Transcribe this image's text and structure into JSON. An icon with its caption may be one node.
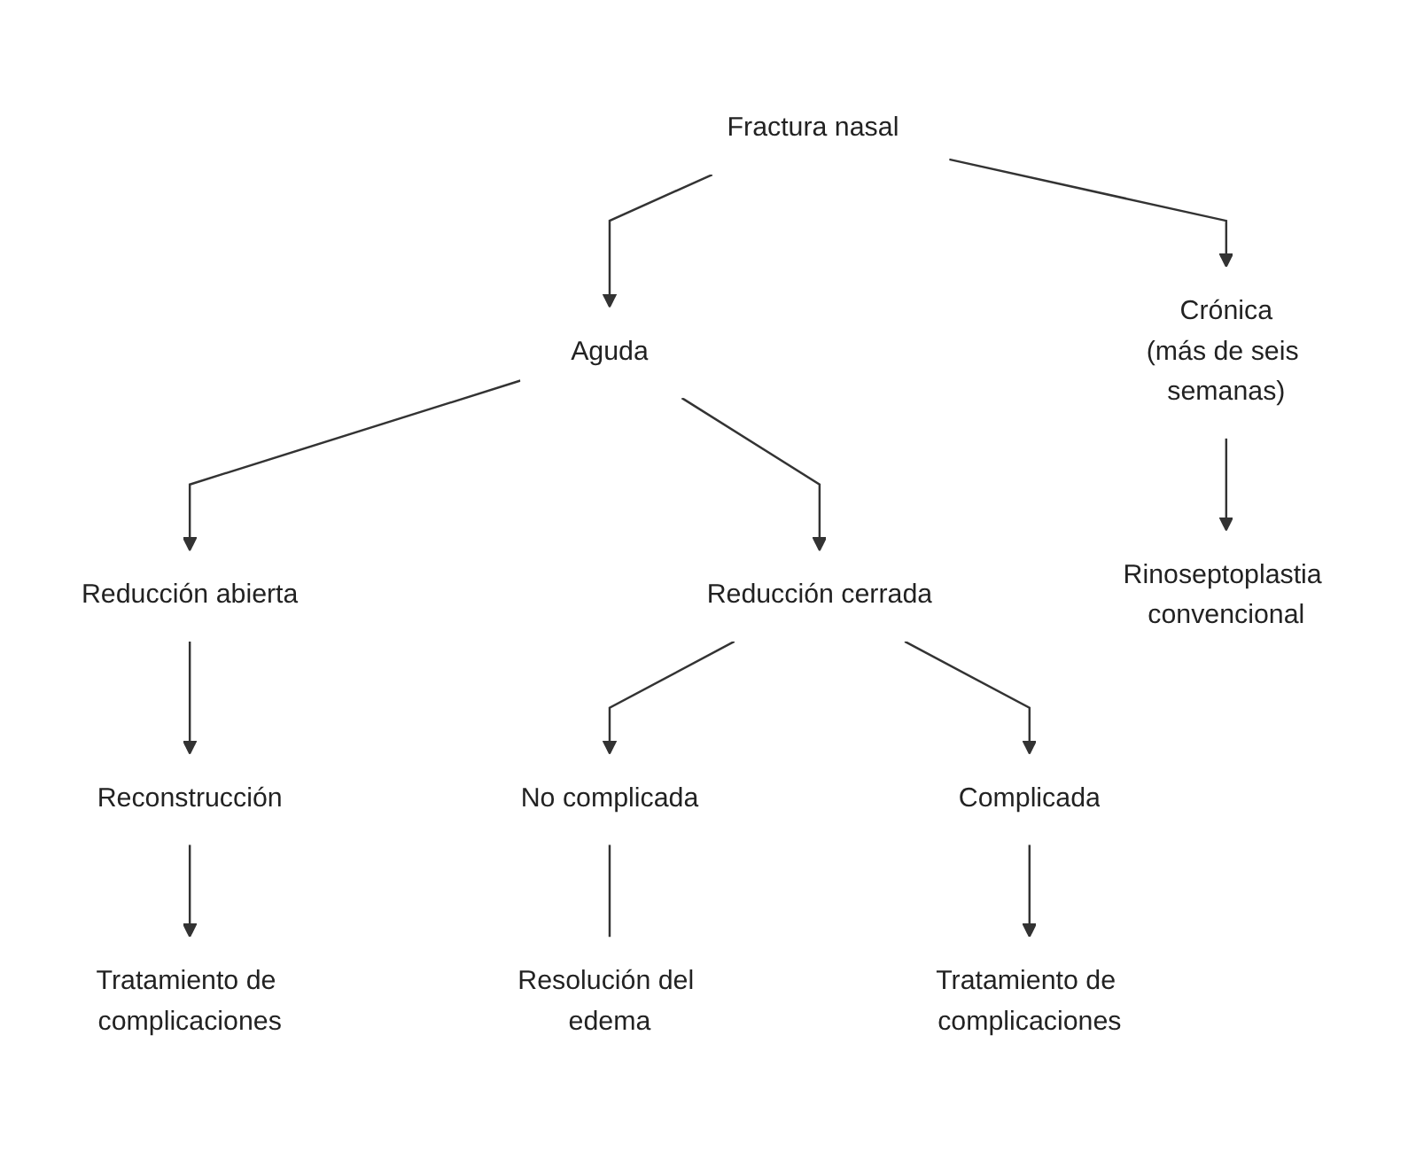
{
  "diagram": {
    "nodes": [
      {
        "text": [
          "Fractura nasal"
        ]
      },
      {
        "text": [
          "Aguda"
        ]
      },
      {
        "text": [
          "Crónica",
          "(más de seis semanas)"
        ]
      },
      {
        "text": [
          "Reducción abierta"
        ]
      },
      {
        "text": [
          "Reducción cerrada"
        ]
      },
      {
        "text": [
          "Rinoseptoplastia convencional"
        ]
      },
      {
        "text": [
          "Reconstrucción"
        ]
      },
      {
        "text": [
          "No complicada"
        ]
      },
      {
        "text": [
          "Complicada"
        ]
      },
      {
        "text": [
          "Tratamiento de complicaciones"
        ]
      },
      {
        "text": [
          "Resolución del edema"
        ]
      },
      {
        "text": [
          "Tratamiento de complicaciones"
        ]
      }
    ],
    "edges": [
      {
        "from": 0,
        "to": 1,
        "arrow": "to"
      },
      {
        "from": 0,
        "to": 2,
        "arrow": "to"
      },
      {
        "from": 1,
        "to": 3,
        "arrow": "to"
      },
      {
        "from": 1,
        "to": 4,
        "arrow": "to"
      },
      {
        "from": 2,
        "to": 5,
        "arrow": "to"
      },
      {
        "from": 3,
        "to": 6,
        "arrow": "to"
      },
      {
        "from": 4,
        "to": 7,
        "arrow": "to"
      },
      {
        "from": 4,
        "to": 8,
        "arrow": "to"
      },
      {
        "from": 6,
        "to": 9,
        "arrow": "to"
      },
      {
        "from": 7,
        "to": 10,
        "arrow": "none"
      },
      {
        "from": 8,
        "to": 11,
        "arrow": "to"
      }
    ]
  }
}
